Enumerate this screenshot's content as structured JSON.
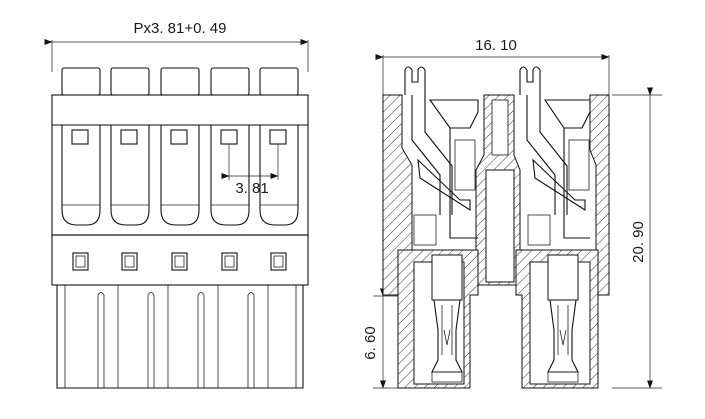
{
  "front_view": {
    "pitch_dimension": "Px3. 81+0. 49",
    "spacing_dimension": "3. 81",
    "pin_count": 5
  },
  "side_view": {
    "width_dimension": "16. 10",
    "height_dimension": "20. 90",
    "lower_height_dimension": "6. 60"
  }
}
